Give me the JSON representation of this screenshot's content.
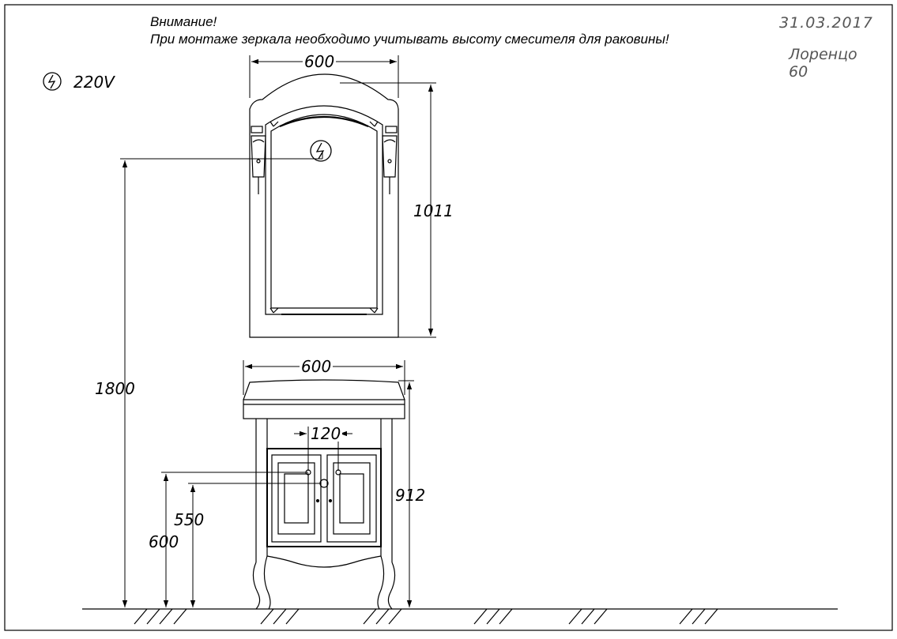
{
  "notes": {
    "title": "Внимание!",
    "text": "При монтаже зеркала необходимо учитывать высоту смесителя для раковины!"
  },
  "corner": {
    "date": "31.03.2017",
    "model": "Лоренцо",
    "size": "60"
  },
  "power": {
    "label": "220V",
    "icon": "electrical-outlet-icon"
  },
  "dimensions": {
    "mirror_width": "600",
    "mirror_height": "1011",
    "total_height": "1800",
    "vanity_width": "600",
    "drain_spacing": "120",
    "vanity_height": "912",
    "inlet_height": "600",
    "drain_height": "550"
  },
  "colors": {
    "line": "#000000",
    "corner_text": "#555555"
  }
}
